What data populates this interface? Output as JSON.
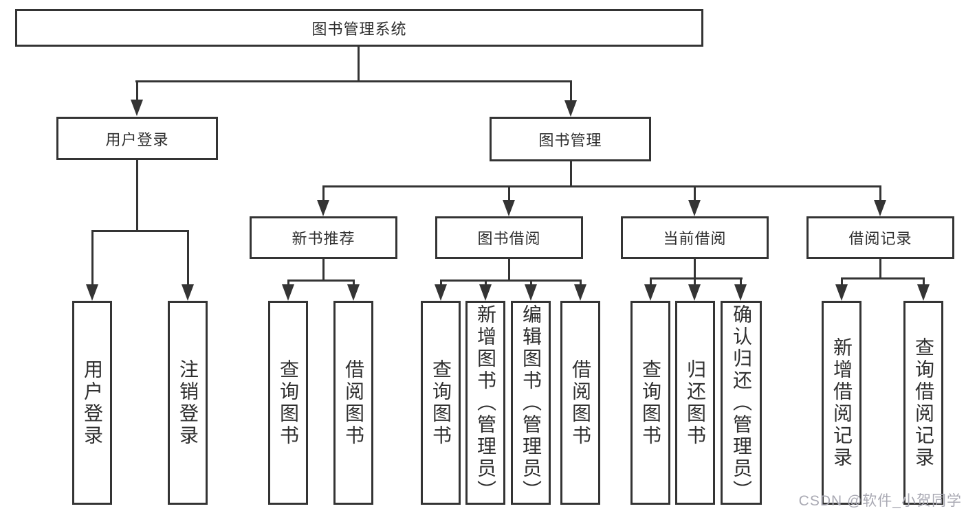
{
  "title": "图书管理系统",
  "level2": {
    "user_login": "用户登录",
    "book_mgmt": "图书管理"
  },
  "level3": {
    "new_book_rec": "新书推荐",
    "book_borrow": "图书借阅",
    "current_borrow": "当前借阅",
    "borrow_record": "借阅记录"
  },
  "leaves": {
    "user_login": [
      "用户登录",
      "注销登录"
    ],
    "new_book_rec": [
      "查询图书",
      "借阅图书"
    ],
    "book_borrow": [
      "查询图书",
      "新增图书（管理员）",
      "编辑图书（管理员）",
      "借阅图书"
    ],
    "current_borrow": [
      "查询图书",
      "归还图书",
      "确认归还（管理员）"
    ],
    "borrow_record": [
      "新增借阅记录",
      "查询借阅记录"
    ]
  },
  "watermark": "CSDN @软件_小贺同学",
  "colors": {
    "line": "#343434",
    "text": "#2f2f2f",
    "watermark": "#a9a9b3",
    "background": "#ffffff"
  },
  "tree": {
    "label": "图书管理系统",
    "children": [
      {
        "label": "用户登录",
        "children": [
          {
            "label": "用户登录"
          },
          {
            "label": "注销登录"
          }
        ]
      },
      {
        "label": "图书管理",
        "children": [
          {
            "label": "新书推荐",
            "children": [
              {
                "label": "查询图书"
              },
              {
                "label": "借阅图书"
              }
            ]
          },
          {
            "label": "图书借阅",
            "children": [
              {
                "label": "查询图书"
              },
              {
                "label": "新增图书（管理员）"
              },
              {
                "label": "编辑图书（管理员）"
              },
              {
                "label": "借阅图书"
              }
            ]
          },
          {
            "label": "当前借阅",
            "children": [
              {
                "label": "查询图书"
              },
              {
                "label": "归还图书"
              },
              {
                "label": "确认归还（管理员）"
              }
            ]
          },
          {
            "label": "借阅记录",
            "children": [
              {
                "label": "新增借阅记录"
              },
              {
                "label": "查询借阅记录"
              }
            ]
          }
        ]
      }
    ]
  }
}
